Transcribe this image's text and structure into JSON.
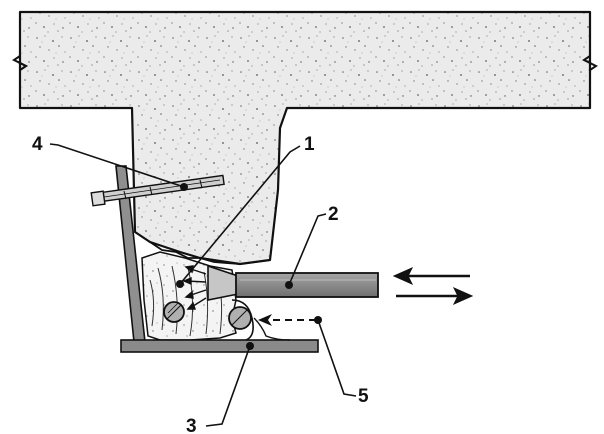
{
  "labels": {
    "l1": "1",
    "l2": "2",
    "l3": "3",
    "l4": "4",
    "l5": "5"
  },
  "colors": {
    "concrete": "#ebebeb",
    "outline": "#111111",
    "formwork": "#8f8f8f",
    "base_plate": "#8a8a8a",
    "pipe": "#8c8c8c",
    "rebar": "#b0b0b0",
    "background": "#ffffff"
  }
}
